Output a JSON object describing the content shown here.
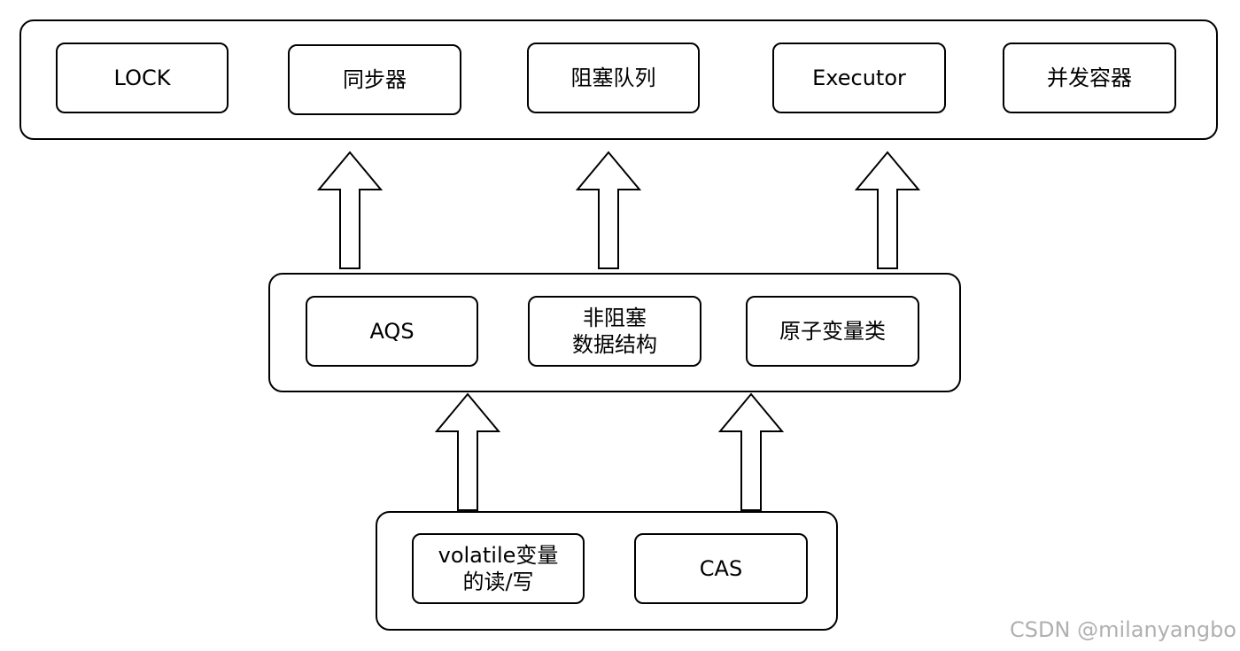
{
  "diagram": {
    "top_layer": {
      "boxes": [
        "LOCK",
        "同步器",
        "阻塞队列",
        "Executor",
        "并发容器"
      ]
    },
    "middle_layer": {
      "boxes": [
        "AQS",
        "非阻塞\n数据结构",
        "原子变量类"
      ]
    },
    "bottom_layer": {
      "boxes": [
        "volatile变量\n的读/写",
        "CAS"
      ]
    }
  },
  "watermark": "CSDN @milanyangbo",
  "colors": {
    "stroke": "#000000",
    "background": "#ffffff",
    "watermark": "#b0b0b0"
  }
}
